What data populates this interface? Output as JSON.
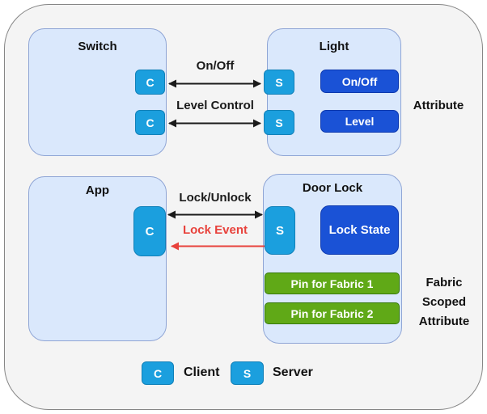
{
  "diagram": {
    "boxes": {
      "switch": "Switch",
      "light": "Light",
      "app": "App",
      "door_lock": "Door Lock"
    },
    "badges": {
      "client": "C",
      "server": "S"
    },
    "attributes": {
      "on_off": "On/Off",
      "level": "Level",
      "lock_state": "Lock State",
      "pin_fabric_1": "Pin for Fabric 1",
      "pin_fabric_2": "Pin for Fabric 2"
    },
    "arrows": {
      "on_off": "On/Off",
      "level_control": "Level Control",
      "lock_unlock": "Lock/Unlock",
      "lock_event": "Lock Event"
    },
    "side_labels": {
      "attribute": "Attribute",
      "fabric_scoped_lines": [
        "Fabric",
        "Scoped",
        "Attribute"
      ]
    },
    "legend": {
      "client": "Client",
      "server": "Server"
    },
    "colors": {
      "panel_bg": "#f4f4f4",
      "panel_border": "#858585",
      "node_fill": "#dae8fc",
      "node_border": "#8fa5d5",
      "badge_fill": "#1b9fde",
      "attribute_fill": "#1a52d6",
      "fabric_attribute_fill": "#60a917",
      "event_red": "#e8423c",
      "arrow_black": "#1a1a1a"
    }
  }
}
